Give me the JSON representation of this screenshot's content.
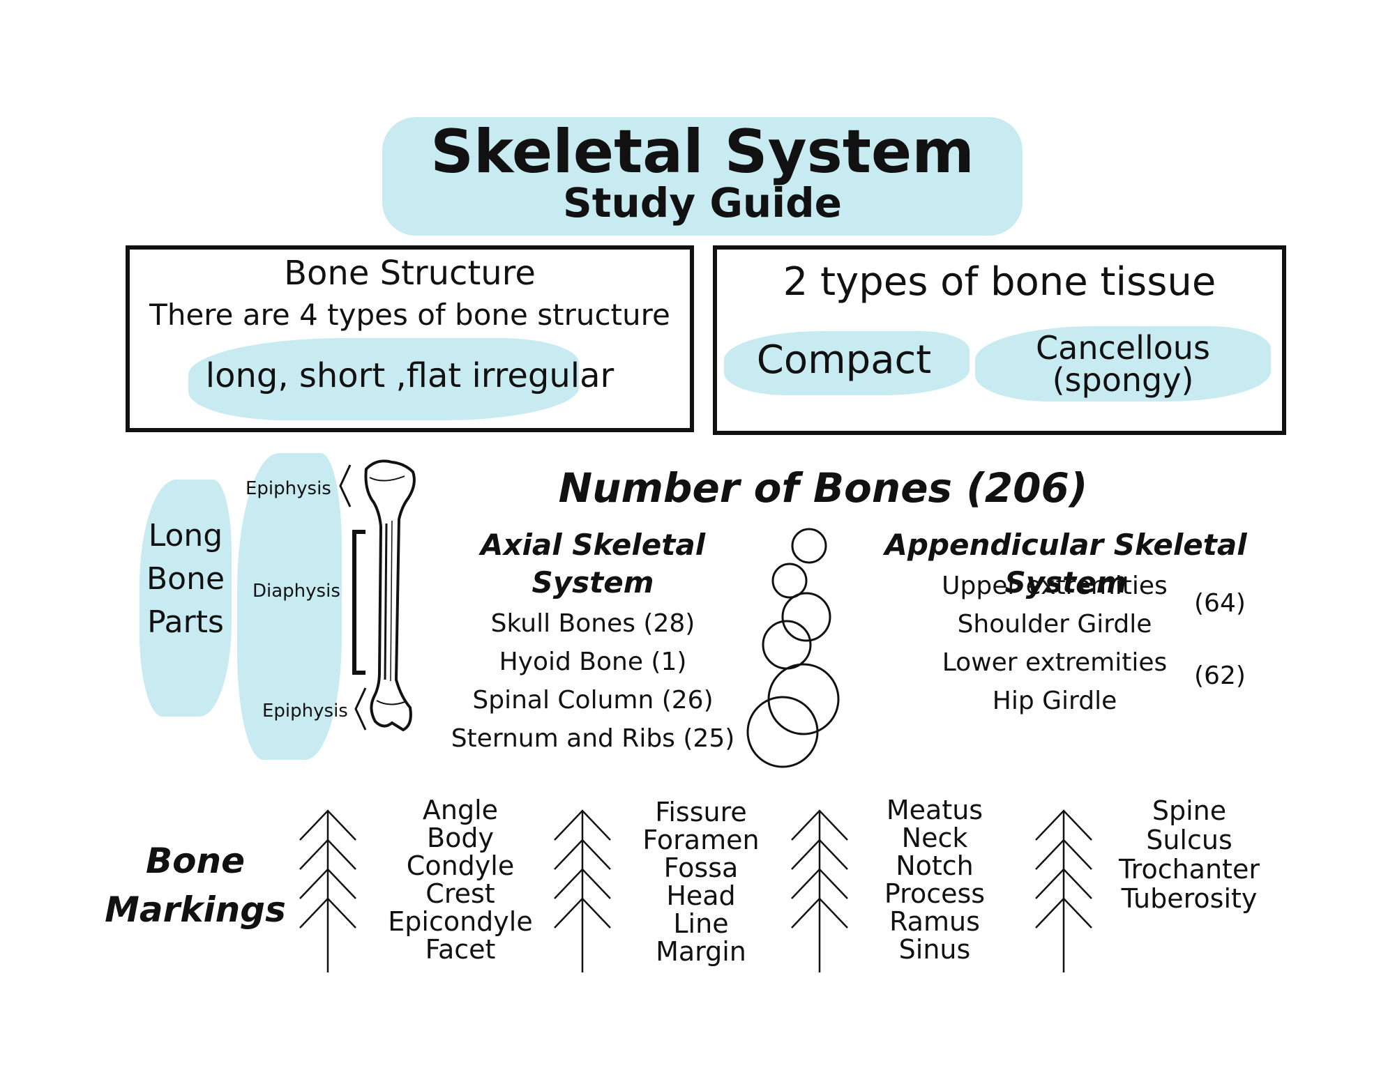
{
  "header": {
    "title": "Skeletal System",
    "subtitle": "Study Guide"
  },
  "bone_structure": {
    "heading": "Bone Structure",
    "description": "There are 4 types of bone structure",
    "types": "long, short ,flat irregular"
  },
  "bone_tissue": {
    "heading": "2 types of bone tissue",
    "compact": "Compact",
    "cancellous_line1": "Cancellous",
    "cancellous_line2": "(spongy)"
  },
  "long_bone": {
    "title_lines": [
      "Long",
      "Bone",
      "Parts"
    ],
    "epiphysis_top": "Epiphysis",
    "diaphysis": "Diaphysis",
    "epiphysis_bottom": "Epiphysis"
  },
  "number_of_bones": {
    "title": "Number of Bones (206)",
    "axial": {
      "title": "Axial Skeletal System",
      "items": [
        "Skull Bones (28)",
        "Hyoid Bone (1)",
        "Spinal Column (26)",
        "Sternum and Ribs (25)"
      ]
    },
    "appendicular": {
      "title": "Appendicular Skeletal System",
      "items": [
        "Upper extremities",
        "Shoulder Girdle",
        "Lower extremities",
        "Hip Girdle"
      ],
      "counts": [
        "(64)",
        "(62)"
      ]
    }
  },
  "bone_markings": {
    "title_lines": [
      "Bone",
      "Markings"
    ],
    "columns": [
      [
        "Angle",
        "Body",
        "Condyle",
        "Crest",
        "Epicondyle",
        "Facet"
      ],
      [
        "Fissure",
        "Foramen",
        "Fossa",
        "Head",
        "Line",
        "Margin"
      ],
      [
        "Meatus",
        "Neck",
        "Notch",
        "Process",
        "Ramus",
        "Sinus"
      ],
      [
        "Spine",
        "Sulcus",
        "Trochanter",
        "Tuberosity"
      ]
    ]
  },
  "colors": {
    "accent": "#c8ebf2",
    "ink": "#111111"
  }
}
